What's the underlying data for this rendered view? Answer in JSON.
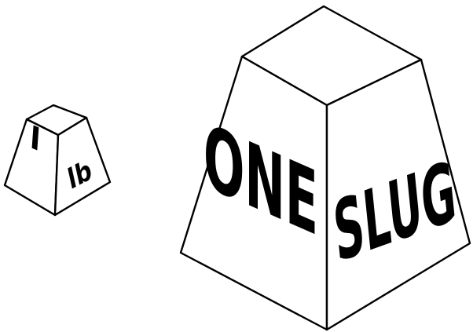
{
  "small_weight": {
    "left_face_text": "I",
    "right_face_text": "lb"
  },
  "large_weight": {
    "left_face_text": "ONE",
    "right_face_text": "SLUG"
  },
  "colors": {
    "stroke": "#000000",
    "fill": "#ffffff",
    "text": "#000000"
  }
}
